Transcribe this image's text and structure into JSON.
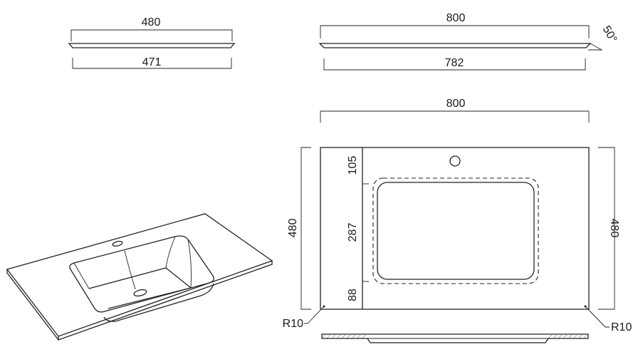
{
  "side_view_small": {
    "top_width": "480",
    "bottom_width": "471"
  },
  "side_view_large": {
    "top_width": "800",
    "bottom_width": "782",
    "edge_angle": "50°"
  },
  "plan_view": {
    "width": "800",
    "depth_left": "480",
    "depth_right": "480",
    "offset_top": "105",
    "bowl_depth": "287",
    "offset_bottom": "88",
    "radius_left": "R10",
    "radius_right": "R10"
  }
}
